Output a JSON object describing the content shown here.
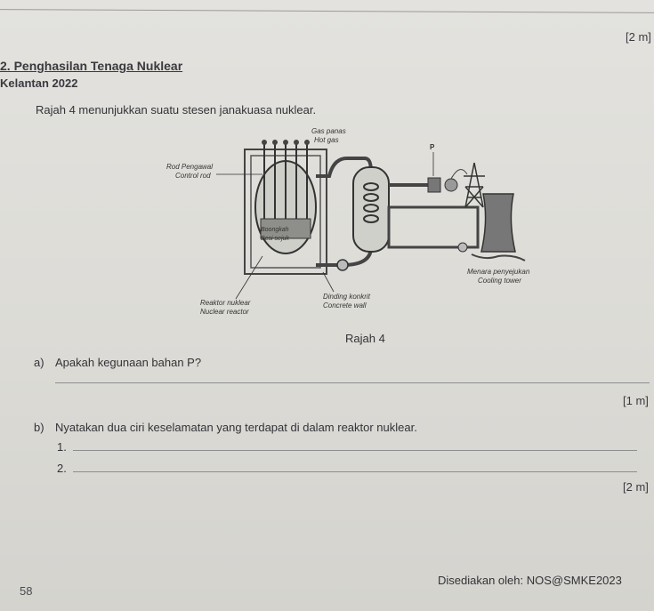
{
  "header": {
    "top_marks": "[2 m]",
    "section_title": "2. Penghasilan Tenaga Nuklear",
    "source": "Kelantan 2022"
  },
  "intro": "Rajah 4 menunjukkan suatu stesen janakuasa nuklear.",
  "diagram": {
    "labels": {
      "gas_panas": "Gas panas",
      "hot_gas": "Hot gas",
      "p": "P",
      "rod_pengawal": "Rod Pengawal",
      "control_rod": "Control rod",
      "boongkah": "Boongkah",
      "besi_sejuk": "Besi sejuk",
      "menara_penyejukan": "Menara penyejukan",
      "cooling_tower": "Cooling tower",
      "reaktor_nuklear": "Reaktor nuklear",
      "nuclear_reactor": "Nuclear reactor",
      "dinding_konkrit": "Dinding konkrit",
      "concrete_wall": "Concrete wall"
    },
    "caption": "Rajah 4"
  },
  "questions": {
    "a": {
      "label": "a)",
      "text": "Apakah kegunaan bahan P?",
      "marks": "[1 m]"
    },
    "b": {
      "label": "b)",
      "text": "Nyatakan dua ciri keselamatan yang terdapat di dalam reaktor nuklear.",
      "line1": "1.",
      "line2": "2.",
      "marks": "[2 m]"
    }
  },
  "footer": {
    "page_number": "58",
    "credit": "Disediakan oleh: NOS@SMKE2023"
  }
}
